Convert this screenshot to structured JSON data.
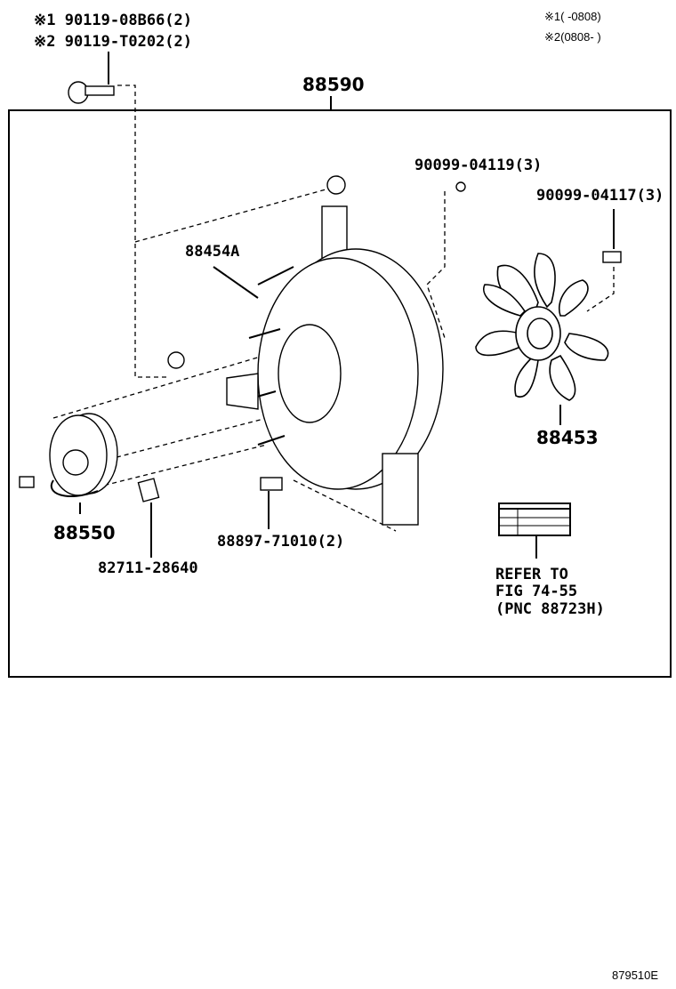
{
  "diagram_id": "879510E",
  "notes": {
    "note1": "※1(     -0808)",
    "note2": "※2(0808-     )"
  },
  "parts": {
    "bolt_1": "※1 90119-08B66(2)",
    "bolt_2": "※2 90119-T0202(2)",
    "assembly": "88590",
    "shroud": "88454A",
    "screw_a": "90099-04119(3)",
    "screw_b": "90099-04117(3)",
    "fan": "88453",
    "motor": "88550",
    "cushion": "88897-71010(2)",
    "clamp": "82711-28640"
  },
  "refer": {
    "line1": "REFER TO",
    "line2": "FIG 74-55",
    "line3": "(PNC 88723H)"
  }
}
